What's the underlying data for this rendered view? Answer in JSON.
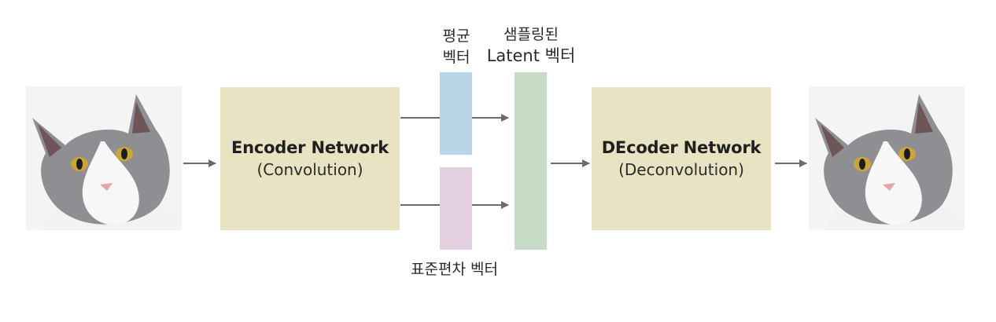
{
  "colors": {
    "block_fill": "#e8e3c3",
    "mean_vector": "#b9d6e8",
    "std_vector": "#e4cfdf",
    "latent_vector": "#c7dcc6",
    "arrow": "#6b6b6b"
  },
  "icons": {
    "input_image": "cat-photo",
    "output_image": "cat-photo"
  },
  "encoder": {
    "title": "Encoder Network",
    "subtitle": "(Convolution)"
  },
  "decoder": {
    "title": "DEcoder Network",
    "subtitle": "(Deconvolution)"
  },
  "mean_label": {
    "line1": "평균",
    "line2": "벡터"
  },
  "latent_label": {
    "line1": "샘플링된",
    "line2": "Latent 벡터"
  },
  "std_label": "표준편차 벡터"
}
